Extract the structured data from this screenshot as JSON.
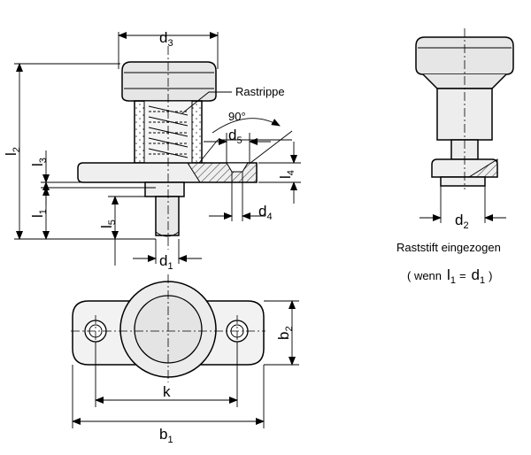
{
  "labels": {
    "d3": {
      "main": "d",
      "sub": "3"
    },
    "d5": {
      "main": "d",
      "sub": "5"
    },
    "d4": {
      "main": "d",
      "sub": "4"
    },
    "d1": {
      "main": "d",
      "sub": "1"
    },
    "d2": {
      "main": "d",
      "sub": "2"
    },
    "l2": {
      "main": "l",
      "sub": "2"
    },
    "l3": {
      "main": "l",
      "sub": "3"
    },
    "l1": {
      "main": "l",
      "sub": "1"
    },
    "l5": {
      "main": "l",
      "sub": "5"
    },
    "l4": {
      "main": "l",
      "sub": "4"
    },
    "b2": {
      "main": "b",
      "sub": "2"
    },
    "b1": {
      "main": "b",
      "sub": "1"
    },
    "k": "k"
  },
  "annotations": {
    "rastrippe": "Rastrippe",
    "angle": "90°",
    "retracted_caption": "Raststift eingezogen",
    "condition_open": "( wenn",
    "condition_l": "l",
    "condition_l_sub": "1",
    "condition_eq": "=",
    "condition_d": "d",
    "condition_d_sub": "1",
    "condition_close": ")"
  },
  "colors": {
    "line": "#000000",
    "knob": "#e6e6e6",
    "body": "#ededed",
    "hatch": "#333333",
    "background": "#ffffff"
  }
}
